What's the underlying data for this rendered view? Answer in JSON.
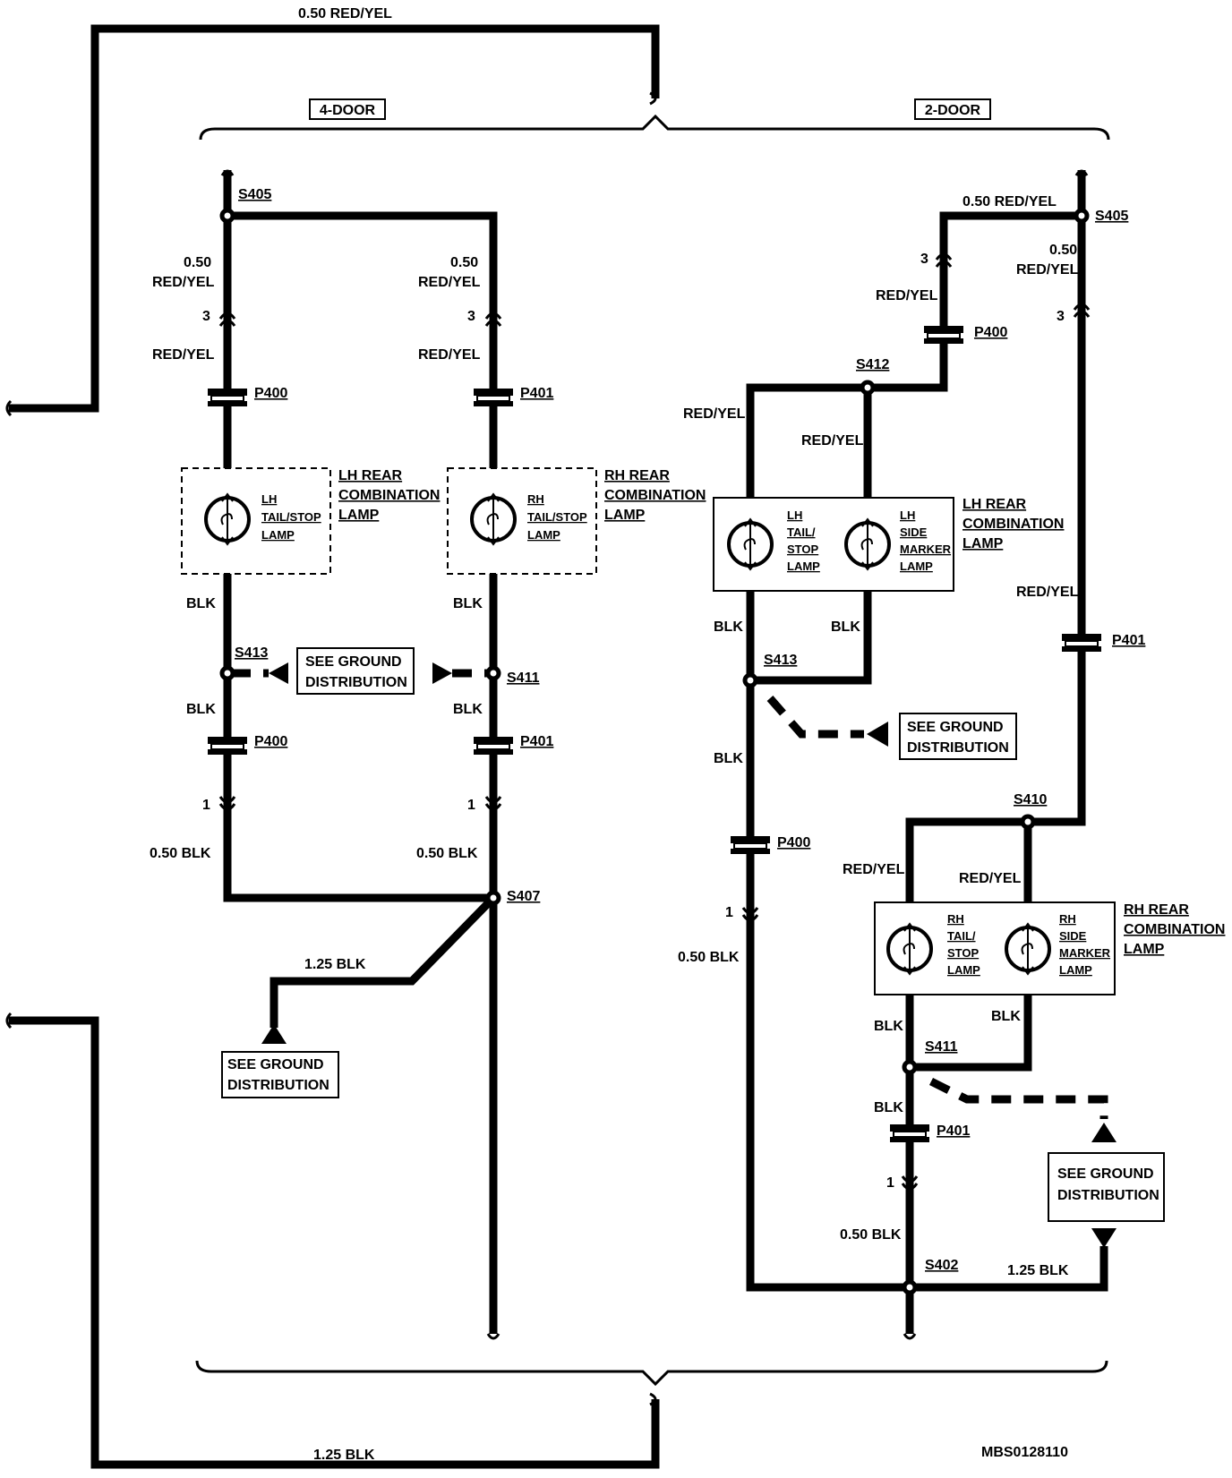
{
  "sections": {
    "four_door": "4-DOOR",
    "two_door": "2-DOOR"
  },
  "top_wire": "0.50 RED/YEL",
  "bottom_wire": "1.25 BLK",
  "figure_id": "MBS0128110",
  "splices": {
    "s405": "S405",
    "s407": "S407",
    "s413": "S413",
    "s411": "S411",
    "s412": "S412",
    "s410": "S410",
    "s402": "S402"
  },
  "connectors": {
    "p400": "P400",
    "p401": "P401"
  },
  "pins": {
    "pin3": "3",
    "pin1": "1"
  },
  "wires": {
    "c050": "0.50",
    "red_yel": "RED/YEL",
    "blk": "BLK",
    "c050_blk": "0.50 BLK",
    "c125_blk": "1.25 BLK",
    "c050_red_yel": "0.50 RED/YEL"
  },
  "components": {
    "lh_rear_combo": [
      "LH REAR",
      "COMBINATION",
      "LAMP"
    ],
    "rh_rear_combo": [
      "RH REAR",
      "COMBINATION",
      "LAMP"
    ],
    "lh_tail_stop_4d": [
      "LH",
      "TAIL/STOP",
      "LAMP"
    ],
    "rh_tail_stop_4d": [
      "RH",
      "TAIL/STOP",
      "LAMP"
    ],
    "lh_tail_stop_2d": [
      "LH",
      "TAIL/",
      "STOP",
      "LAMP"
    ],
    "lh_side_marker": [
      "LH",
      "SIDE",
      "MARKER",
      "LAMP"
    ],
    "rh_tail_stop_2d": [
      "RH",
      "TAIL/",
      "STOP",
      "LAMP"
    ],
    "rh_side_marker": [
      "RH",
      "SIDE",
      "MARKER",
      "LAMP"
    ]
  },
  "ground_ref": [
    "SEE GROUND",
    "DISTRIBUTION"
  ]
}
